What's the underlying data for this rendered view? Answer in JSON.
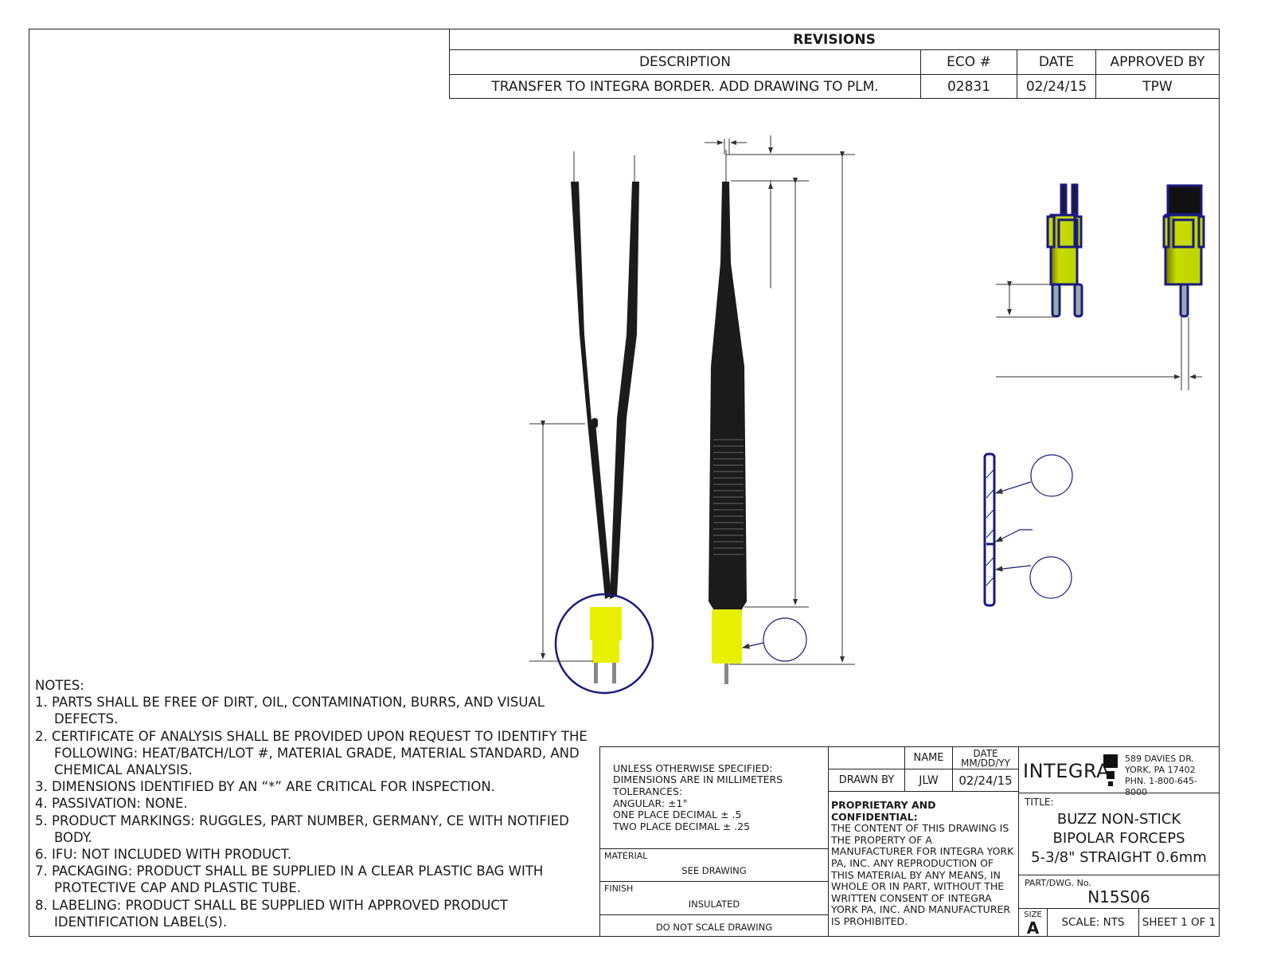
{
  "revisions": {
    "title": "REVISIONS",
    "headers": [
      "DESCRIPTION",
      "ECO #",
      "DATE",
      "APPROVED BY"
    ],
    "rows": [
      [
        "TRANSFER TO INTEGRA BORDER. ADD DRAWING TO PLM.",
        "02831",
        "02/24/15",
        "TPW"
      ]
    ]
  },
  "notes": {
    "heading": "NOTES:",
    "items": [
      "1.  PARTS SHALL BE FREE OF DIRT, OIL, CONTAMINATION, BURRS, AND VISUAL DEFECTS.",
      "2.  CERTIFICATE OF ANALYSIS SHALL BE PROVIDED UPON REQUEST TO IDENTIFY THE FOLLOWING: HEAT/BATCH/LOT #, MATERIAL GRADE, MATERIAL STANDARD, AND CHEMICAL ANALYSIS.",
      "3.  DIMENSIONS IDENTIFIED BY AN “*” ARE CRITICAL FOR INSPECTION.",
      "4.  PASSIVATION: NONE.",
      "5.  PRODUCT MARKINGS: RUGGLES, PART NUMBER, GERMANY, CE WITH NOTIFIED BODY.",
      "6.  IFU: NOT INCLUDED WITH PRODUCT.",
      "7.  PACKAGING: PRODUCT SHALL BE SUPPLIED IN A CLEAR PLASTIC BAG WITH PROTECTIVE CAP AND PLASTIC TUBE.",
      "8.  LABELING: PRODUCT SHALL BE SUPPLIED WITH APPROVED PRODUCT IDENTIFICATION LABEL(S)."
    ]
  },
  "title_block": {
    "tolerances": [
      "UNLESS OTHERWISE SPECIFIED:",
      "DIMENSIONS ARE IN MILLIMETERS",
      "TOLERANCES:",
      "ANGULAR: ±1°",
      "ONE PLACE DECIMAL ± .5",
      "TWO PLACE DECIMAL ± .25"
    ],
    "material_label": "MATERIAL",
    "material_value": "SEE DRAWING",
    "finish_label": "FINISH",
    "finish_value": "INSULATED",
    "do_not_scale": "DO NOT SCALE DRAWING",
    "name_header": "NAME",
    "date_header": "DATE\nMM/DD/YY",
    "drawn_by_label": "DRAWN BY",
    "drawn_by_name": "JLW",
    "drawn_by_date": "02/24/15",
    "proprietary_heading": "PROPRIETARY AND CONFIDENTIAL:",
    "proprietary_text": "THE CONTENT OF THIS DRAWING IS THE PROPERTY OF A MANUFACTURER FOR INTEGRA YORK PA, INC. ANY REPRODUCTION OF THIS MATERIAL BY ANY MEANS, IN WHOLE OR IN PART, WITHOUT THE WRITTEN CONSENT OF INTEGRA YORK PA, INC. AND MANUFACTURER IS PROHIBITED.",
    "company": "INTEGRA",
    "address": [
      "589 DAVIES DR.",
      "YORK, PA 17402",
      "PHN. 1-800-645-8000"
    ],
    "title_label": "TITLE:",
    "title": [
      "BUZZ NON-STICK",
      "BIPOLAR FORCEPS",
      "5-3/8\" STRAIGHT 0.6mm"
    ],
    "part_label": "PART/DWG. No.",
    "part_number": "N15S06",
    "size_label": "SIZE",
    "size": "A",
    "scale": "SCALE: NTS",
    "sheet": "SHEET 1 OF 1"
  },
  "colors": {
    "line": "#222222",
    "callout": "#1a1a80",
    "handle": "#1b1b1b",
    "connector": "#e6f000"
  }
}
